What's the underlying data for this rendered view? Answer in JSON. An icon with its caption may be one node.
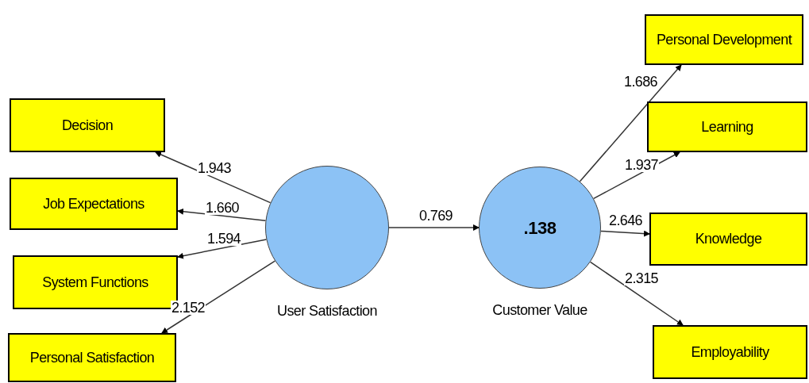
{
  "diagram": {
    "nodes": [
      {
        "text": [
          "Decision"
        ]
      },
      {
        "text": [
          "Job Expectations"
        ]
      },
      {
        "text": [
          "System Functions"
        ]
      },
      {
        "text": [
          "Personal Satisfaction"
        ]
      },
      {
        "text": [
          "User Satisfaction"
        ]
      },
      {
        "text": [
          ".138",
          "Customer Value"
        ]
      },
      {
        "text": [
          "Personal Development"
        ]
      },
      {
        "text": [
          "Learning"
        ]
      },
      {
        "text": [
          "Knowledge"
        ]
      },
      {
        "text": [
          "Employability"
        ]
      }
    ],
    "edges": [
      {
        "from": 4,
        "to": 0,
        "arrow": "to",
        "label": "1.943"
      },
      {
        "from": 4,
        "to": 1,
        "arrow": "to",
        "label": "1.660"
      },
      {
        "from": 4,
        "to": 2,
        "arrow": "to",
        "label": "1.594"
      },
      {
        "from": 4,
        "to": 3,
        "arrow": "to",
        "label": "2.152"
      },
      {
        "from": 4,
        "to": 5,
        "arrow": "to",
        "label": "0.769"
      },
      {
        "from": 5,
        "to": 6,
        "arrow": "to",
        "label": "1.686"
      },
      {
        "from": 5,
        "to": 7,
        "arrow": "to",
        "label": "1.937"
      },
      {
        "from": 5,
        "to": 8,
        "arrow": "to",
        "label": "2.646"
      },
      {
        "from": 5,
        "to": 9,
        "arrow": "to",
        "label": "2.315"
      }
    ]
  }
}
